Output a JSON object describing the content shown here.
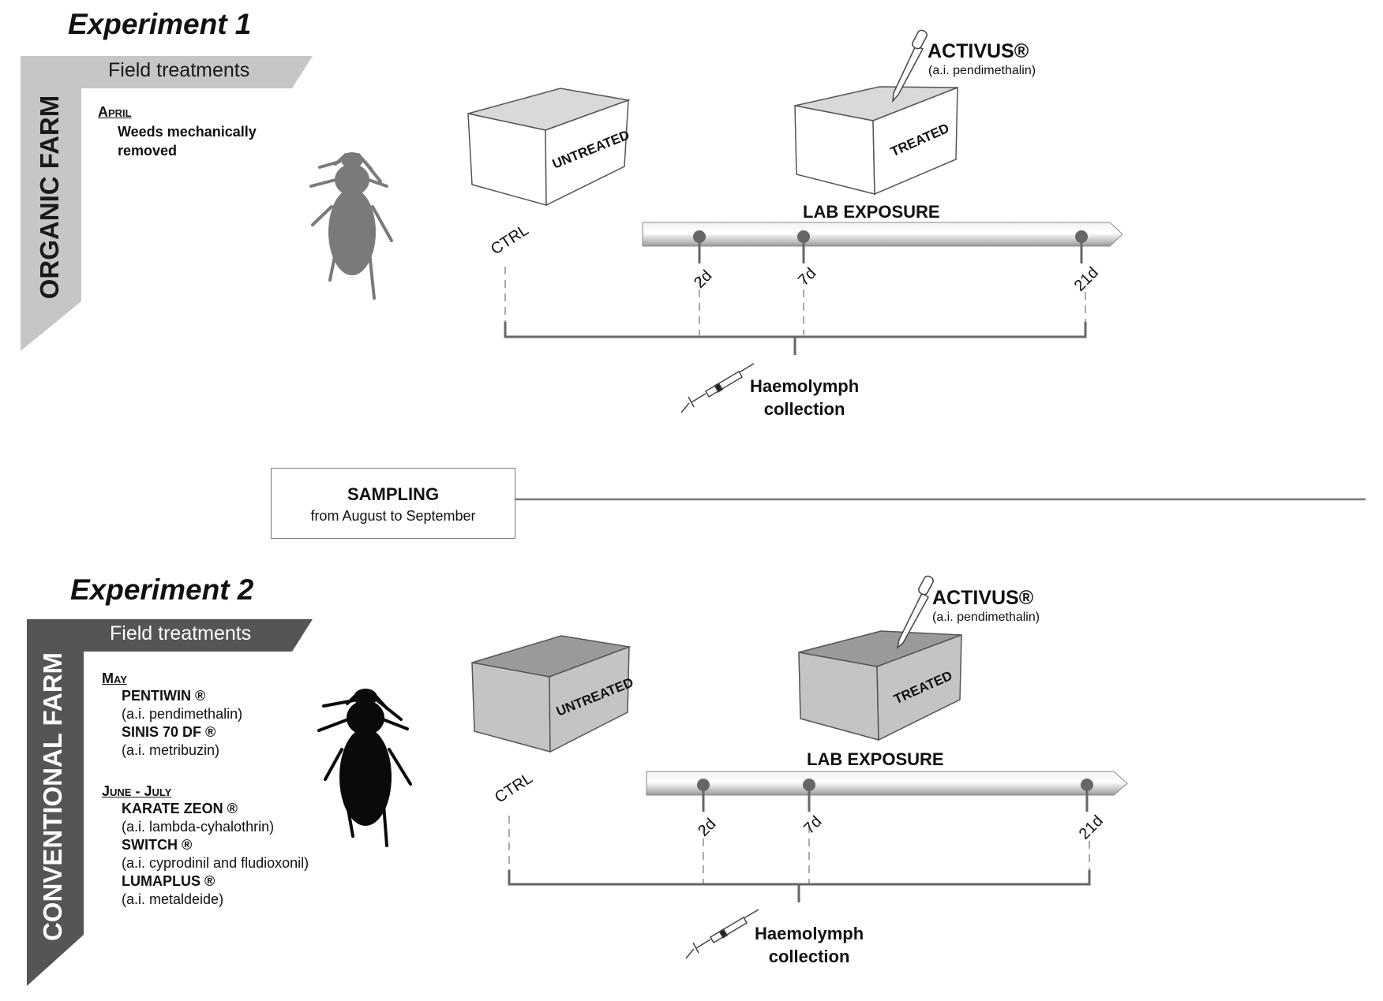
{
  "experiments": [
    {
      "title": "Experiment 1",
      "farm": "ORGANIC FARM",
      "field_treatments_header": "Field treatments",
      "treatments": [
        {
          "month": "April",
          "lines": [
            {
              "text": "Weeds mechanically",
              "bold": true
            },
            {
              "text": "removed",
              "bold": true
            }
          ]
        }
      ],
      "product": "ACTIVUS®",
      "product_ai": "(a.i. pendimethalin)",
      "box_untreated": "UNTREATED",
      "box_treated": "TREATED",
      "ctrl": "CTRL",
      "lab_exposure": "LAB EXPOSURE",
      "timepoints": [
        "2d",
        "7d",
        "21d"
      ],
      "haemolymph": [
        "Haemolymph",
        "collection"
      ],
      "colors": {
        "farm_bar": "#c6c6c6",
        "farm_text": "#1a1a1a",
        "header_text": "#1a1a1a",
        "box_top": "#d9d9d9",
        "box_face": "#ffffff",
        "beetle": "#7a7a7a"
      }
    },
    {
      "title": "Experiment 2",
      "farm": "CONVENTIONAL FARM",
      "field_treatments_header": "Field treatments",
      "treatments": [
        {
          "month": "May",
          "lines": [
            {
              "text": "PENTIWIN ®",
              "bold": true
            },
            {
              "text": "(a.i. pendimethalin)",
              "bold": false
            },
            {
              "text": "SINIS 70 DF ®",
              "bold": true
            },
            {
              "text": "(a.i. metribuzin)",
              "bold": false
            }
          ]
        },
        {
          "month": "June - July",
          "lines": [
            {
              "text": "KARATE ZEON ®",
              "bold": true
            },
            {
              "text": "(a.i. lambda-cyhalothrin)",
              "bold": false
            },
            {
              "text": "SWITCH ®",
              "bold": true
            },
            {
              "text": "(a.i. cyprodinil and fludioxonil)",
              "bold": false
            },
            {
              "text": "LUMAPLUS ®",
              "bold": true
            },
            {
              "text": "(a.i. metaldeide)",
              "bold": false
            }
          ]
        }
      ],
      "product": "ACTIVUS®",
      "product_ai": "(a.i. pendimethalin)",
      "box_untreated": "UNTREATED",
      "box_treated": "TREATED",
      "ctrl": "CTRL",
      "lab_exposure": "LAB EXPOSURE",
      "timepoints": [
        "2d",
        "7d",
        "21d"
      ],
      "haemolymph": [
        "Haemolymph",
        "collection"
      ],
      "colors": {
        "farm_bar": "#555555",
        "farm_text": "#ffffff",
        "header_text": "#ffffff",
        "box_top": "#9a9a9a",
        "box_face": "#c4c4c4",
        "beetle": "#0a0a0a"
      }
    }
  ],
  "sampling": {
    "title": "SAMPLING",
    "subtitle": "from August to September"
  }
}
